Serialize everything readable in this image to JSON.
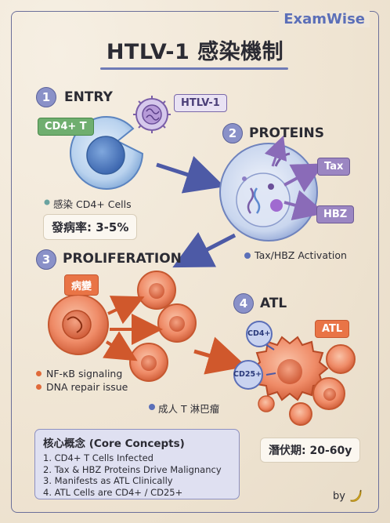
{
  "brand": "ExamWise",
  "title": "HTLV-1 感染機制",
  "steps": {
    "entry": {
      "number": "1",
      "title": "ENTRY",
      "cell_tag": "CD4+ T",
      "virus_tag": "HTLV-1",
      "caption": "感染 CD4+ Cells",
      "rate": "發病率: 3-5%"
    },
    "proteins": {
      "number": "2",
      "title": "PROTEINS",
      "tag_tax": "Tax",
      "tag_hbz": "HBZ",
      "caption": "Tax/HBZ Activation"
    },
    "proliferation": {
      "number": "3",
      "title": "PROLIFERATION",
      "tag": "病變",
      "points": [
        "NF-κB signaling",
        "DNA repair issue"
      ]
    },
    "atl": {
      "number": "4",
      "title": "ATL",
      "tag": "ATL",
      "marker_cd4": "CD4+",
      "marker_cd25": "CD25+",
      "caption": "成人 T 淋巴瘤",
      "latency": "潛伏期: 20-60y"
    }
  },
  "core": {
    "title": "核心概念 (Core Concepts)",
    "items": [
      "1. CD4+ T Cells Infected",
      "2. Tax & HBZ Proteins Drive Malignancy",
      "3. Manifests as ATL Clinically",
      "4. ATL Cells are CD4+ / CD25+"
    ]
  },
  "signature": "by",
  "colors": {
    "accent": "#6f7bb6",
    "cell_blue": "#a9c6e8",
    "virus_purple": "#9b86c2",
    "tumor_orange": "#e97446",
    "green_tag": "#6fae6f"
  },
  "icons": {
    "signature": "banana-icon"
  }
}
